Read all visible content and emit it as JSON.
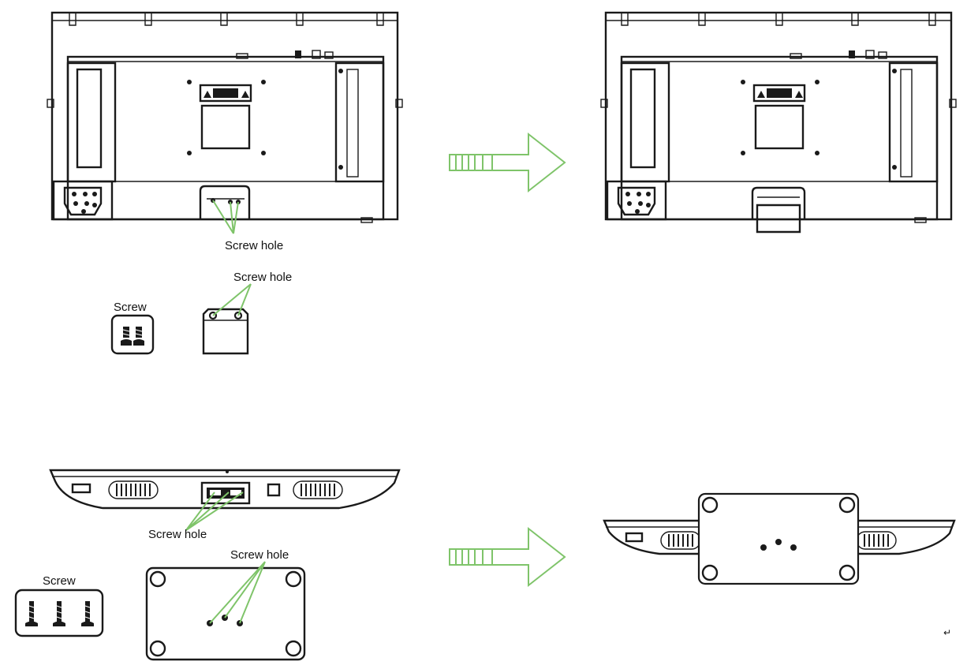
{
  "labels": {
    "screw_hole_panel_1": "Screw hole",
    "screw_hole_neck_1": "Screw hole",
    "screw_1": "Screw",
    "screw_hole_panel_2": "Screw hole",
    "screw_hole_base_2": "Screw hole",
    "screw_2": "Screw",
    "footer_mark": "↵"
  },
  "colors": {
    "line": "#1a1a1a",
    "arrow": "#7fc46a",
    "background": "#ffffff"
  },
  "icons": {
    "step_arrow": "arrow-right-icon",
    "screw": "screw-icon"
  }
}
